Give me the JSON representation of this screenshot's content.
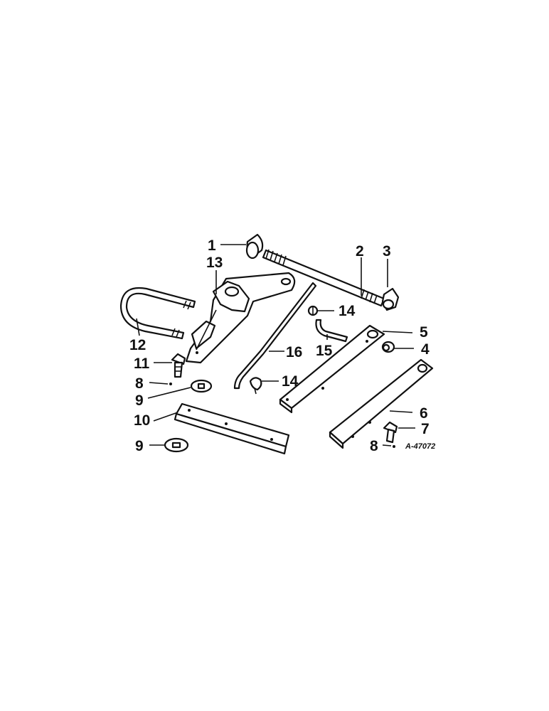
{
  "diagram": {
    "reference_code": "A-47072",
    "callouts": [
      {
        "key": "c1",
        "label": "1"
      },
      {
        "key": "c2",
        "label": "2"
      },
      {
        "key": "c3",
        "label": "3"
      },
      {
        "key": "c4",
        "label": "4"
      },
      {
        "key": "c5",
        "label": "5"
      },
      {
        "key": "c6",
        "label": "6"
      },
      {
        "key": "c7",
        "label": "7"
      },
      {
        "key": "c8a",
        "label": "8"
      },
      {
        "key": "c8b",
        "label": "8"
      },
      {
        "key": "c9a",
        "label": "9"
      },
      {
        "key": "c9b",
        "label": "9"
      },
      {
        "key": "c10",
        "label": "10"
      },
      {
        "key": "c11",
        "label": "11"
      },
      {
        "key": "c12",
        "label": "12"
      },
      {
        "key": "c13",
        "label": "13"
      },
      {
        "key": "c14a",
        "label": "14"
      },
      {
        "key": "c14b",
        "label": "14"
      },
      {
        "key": "c15",
        "label": "15"
      },
      {
        "key": "c16",
        "label": "16"
      }
    ]
  }
}
